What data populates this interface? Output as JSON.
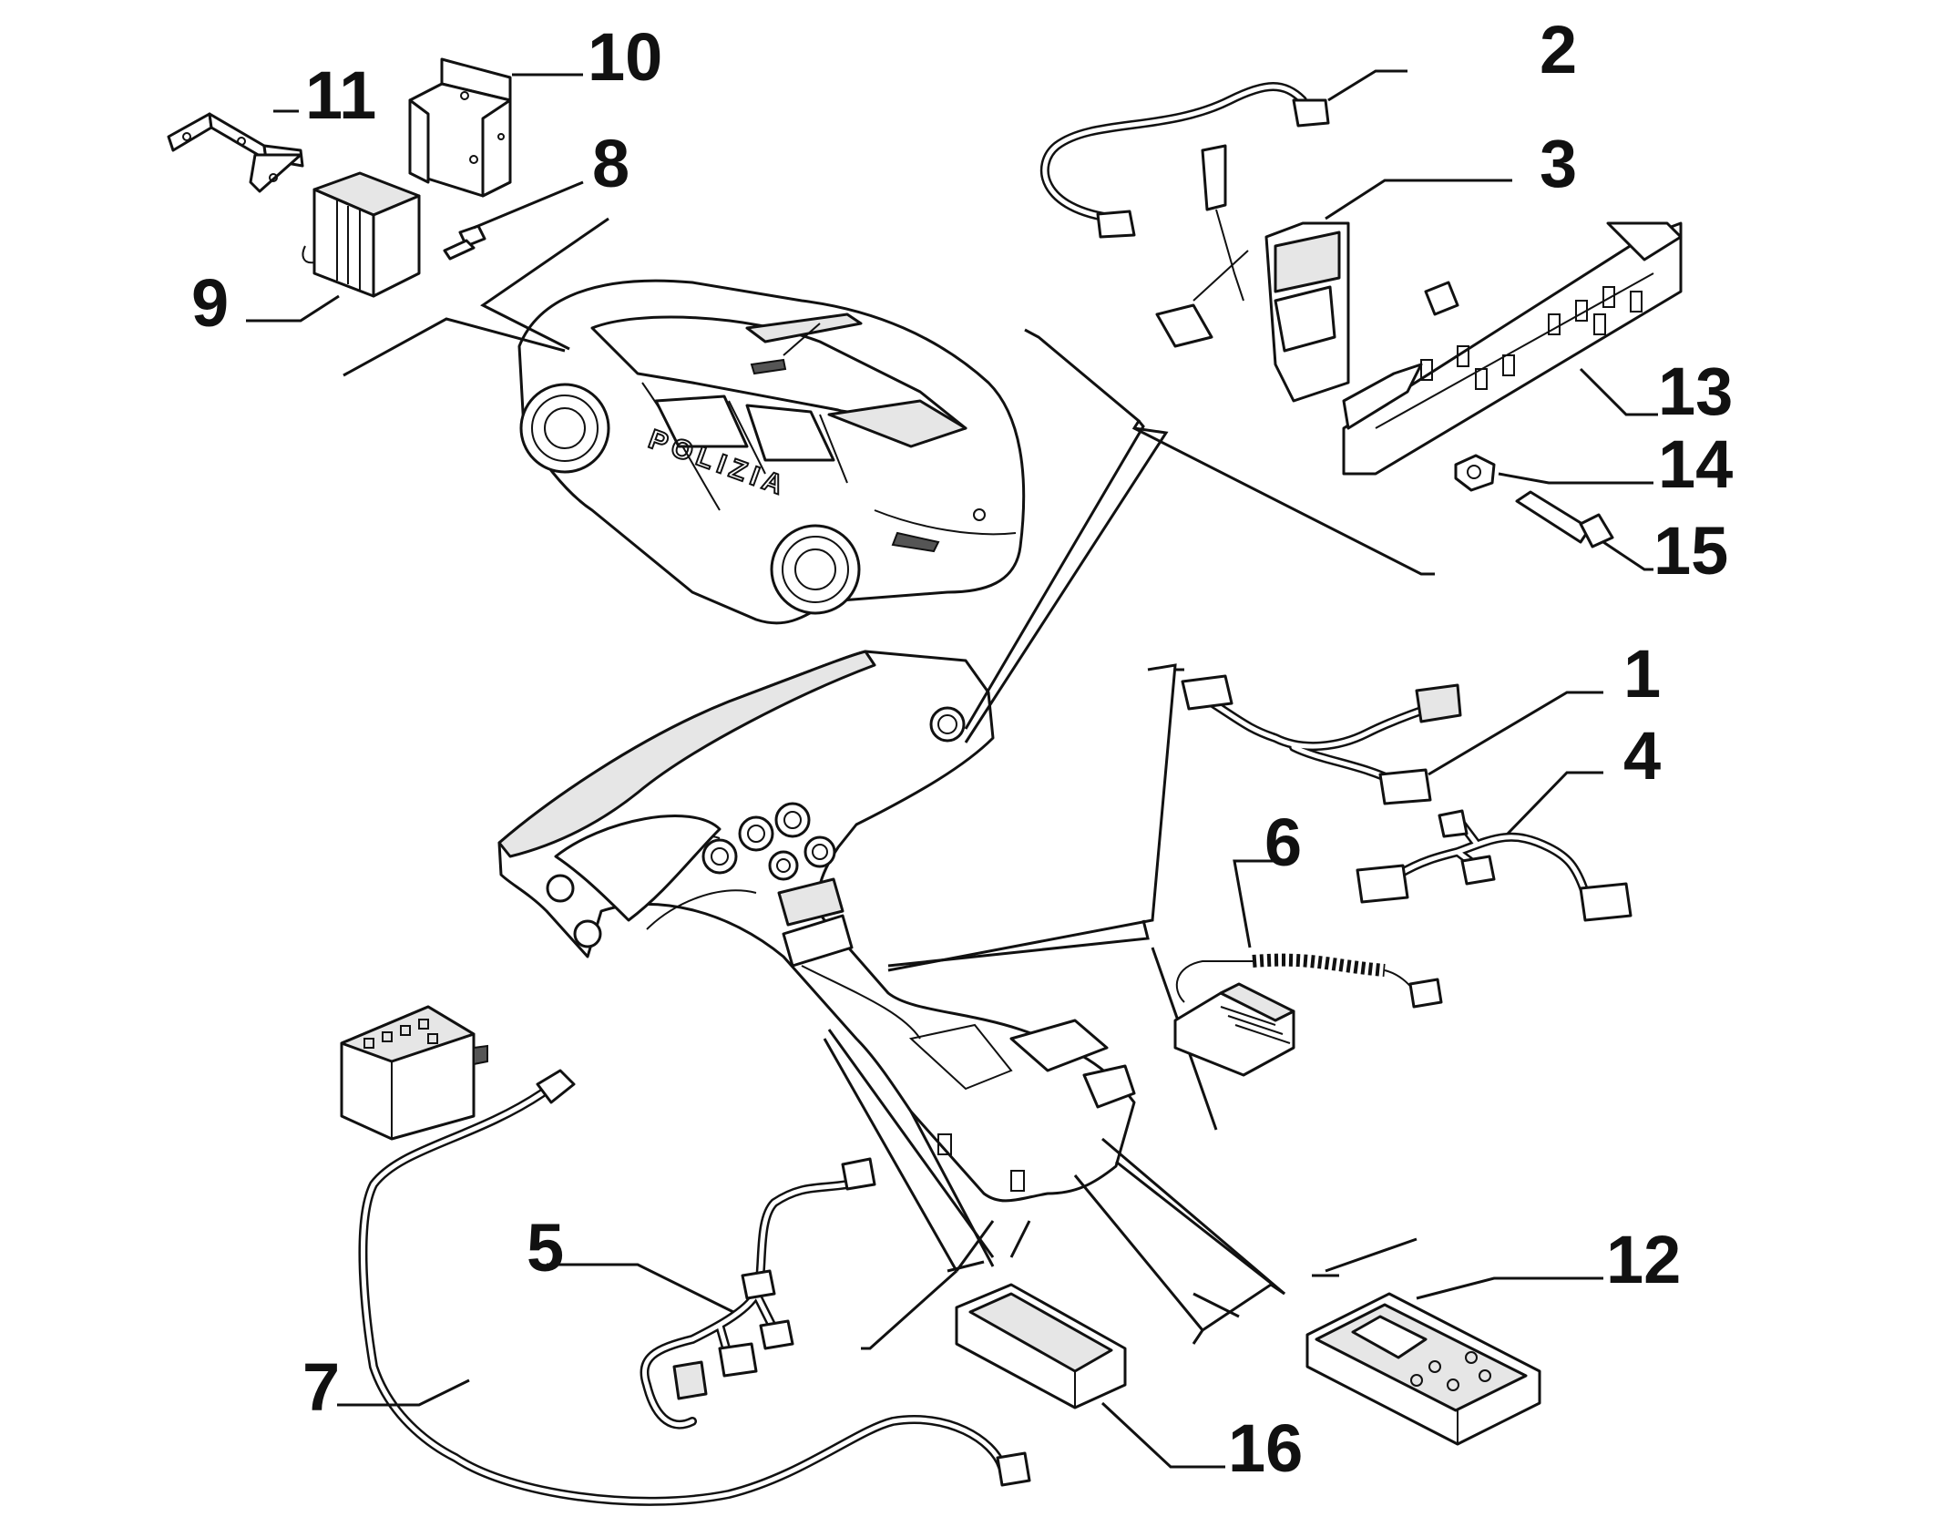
{
  "callouts": [
    {
      "id": "label-1",
      "text": "1"
    },
    {
      "id": "label-2",
      "text": "2"
    },
    {
      "id": "label-3",
      "text": "3"
    },
    {
      "id": "label-4",
      "text": "4"
    },
    {
      "id": "label-5",
      "text": "5"
    },
    {
      "id": "label-6",
      "text": "6"
    },
    {
      "id": "label-7",
      "text": "7"
    },
    {
      "id": "label-8",
      "text": "8"
    },
    {
      "id": "label-9",
      "text": "9"
    },
    {
      "id": "label-10",
      "text": "10"
    },
    {
      "id": "label-11",
      "text": "11"
    },
    {
      "id": "label-12",
      "text": "12"
    },
    {
      "id": "label-13",
      "text": "13"
    },
    {
      "id": "label-14",
      "text": "14"
    },
    {
      "id": "label-15",
      "text": "15"
    },
    {
      "id": "label-16",
      "text": "16"
    }
  ],
  "car": {
    "door_lettering": "POLIZIA"
  }
}
